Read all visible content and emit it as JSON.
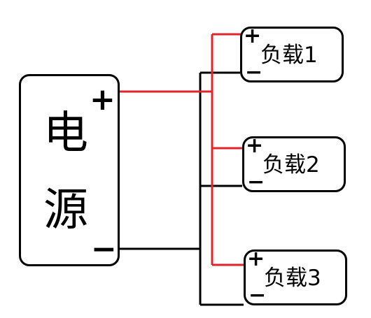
{
  "power_source": {
    "label_top": "电",
    "label_bottom": "源",
    "plus": "+",
    "minus": "−"
  },
  "loads": [
    {
      "label": "负载1",
      "plus": "+",
      "minus": "−"
    },
    {
      "label": "负载2",
      "plus": "+",
      "minus": "−"
    },
    {
      "label": "负载3",
      "plus": "+",
      "minus": "−"
    }
  ],
  "colors": {
    "positive_wire": "#e0262b",
    "negative_wire": "#000000",
    "outline": "#000000"
  }
}
